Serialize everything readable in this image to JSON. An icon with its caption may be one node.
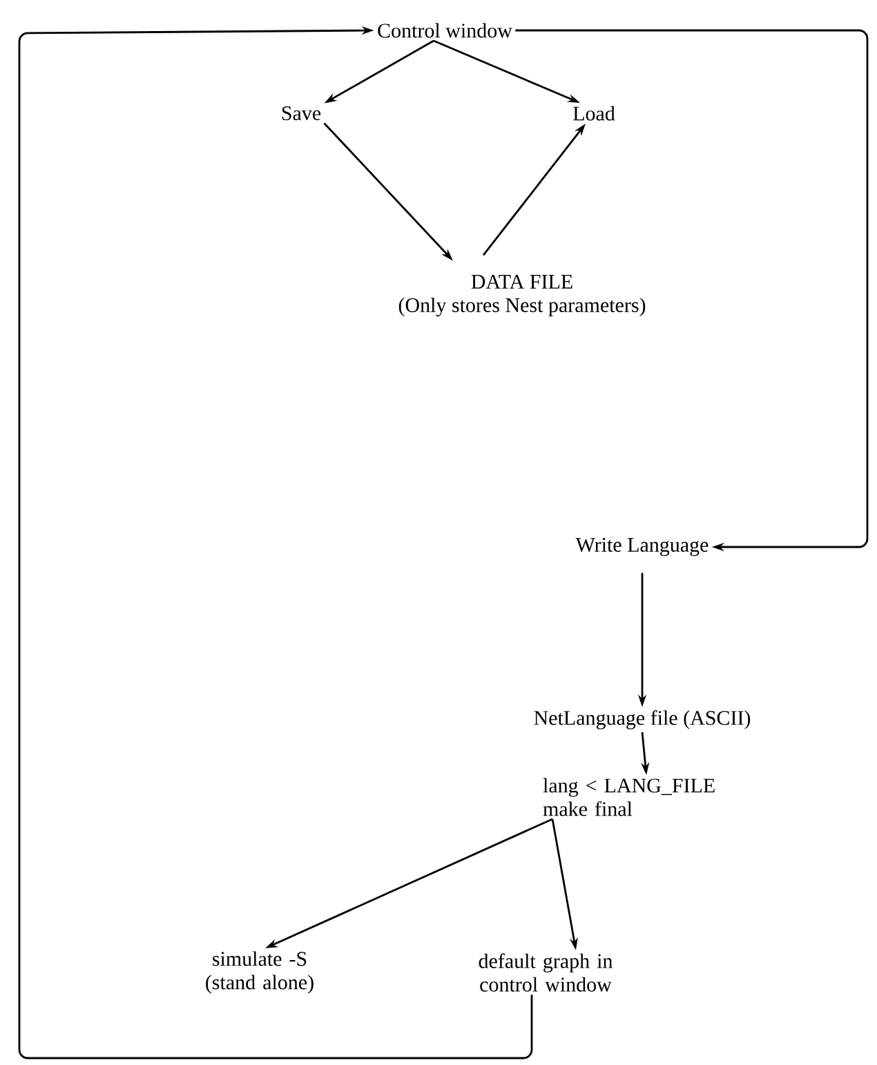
{
  "diagram": {
    "nodes": [
      {
        "text": [
          "Control window"
        ]
      },
      {
        "text": [
          "Save"
        ]
      },
      {
        "text": [
          "Load"
        ]
      },
      {
        "text": [
          "DATA FILE",
          "(Only stores Nest parameters)"
        ]
      },
      {
        "text": [
          "Write Language"
        ]
      },
      {
        "text": [
          "NetLanguage file (ASCII)"
        ]
      },
      {
        "text": [
          "lang < LANG_FILE make final"
        ]
      },
      {
        "text": [
          "simulate -S (stand alone)"
        ]
      },
      {
        "text": [
          "default graph in control window"
        ]
      }
    ],
    "edges": [
      {
        "from": 0,
        "to": 1,
        "arrow": "to"
      },
      {
        "from": 0,
        "to": 2,
        "arrow": "to"
      },
      {
        "from": 1,
        "to": 3,
        "arrow": "to"
      },
      {
        "from": 3,
        "to": 2,
        "arrow": "to"
      },
      {
        "from": 0,
        "to": 4,
        "arrow": "to"
      },
      {
        "from": 4,
        "to": 5,
        "arrow": "to"
      },
      {
        "from": 5,
        "to": 6,
        "arrow": "to"
      },
      {
        "from": 6,
        "to": 7,
        "arrow": "to"
      },
      {
        "from": 6,
        "to": 8,
        "arrow": "to"
      },
      {
        "from": 8,
        "to": 0,
        "arrow": "to"
      }
    ]
  }
}
